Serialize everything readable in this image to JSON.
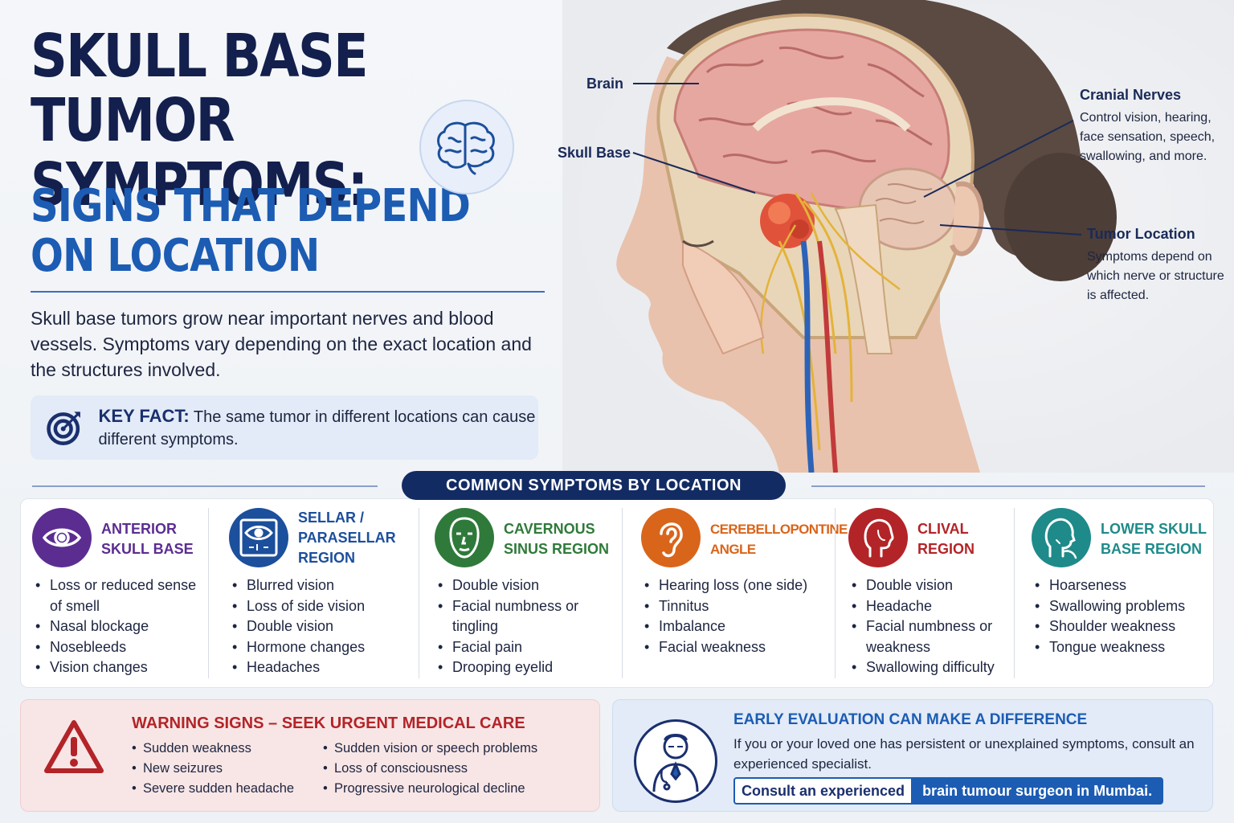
{
  "header": {
    "title": "SKULL BASE TUMOR SYMPTOMS:",
    "subtitle": "SIGNS THAT DEPEND ON LOCATION",
    "intro": "Skull base tumors grow near important nerves and blood vessels. Symptoms vary depending on the exact location and the structures involved.",
    "icon": "brain-icon"
  },
  "key_fact": {
    "label": "KEY FACT:",
    "text": "The same tumor in different locations can cause different symptoms.",
    "icon": "target-icon"
  },
  "anatomy": {
    "labels": {
      "brain": "Brain",
      "skull_base": "Skull Base",
      "cranial_nerves": "Cranial Nerves",
      "cranial_nerves_desc": "Control vision, hearing, face sensation, speech, swallowing, and more.",
      "tumor_location": "Tumor Location",
      "tumor_location_desc": "Symptoms depend on which nerve or structure is affected."
    }
  },
  "section": {
    "title": "COMMON SYMPTOMS BY LOCATION"
  },
  "locations": [
    {
      "title": "ANTERIOR SKULL BASE",
      "color": "#5b2d91",
      "icon": "eye-icon",
      "symptoms": [
        "Loss or reduced sense of smell",
        "Nasal blockage",
        "Nosebleeds",
        "Vision changes"
      ]
    },
    {
      "title": "SELLAR / PARASELLAR REGION",
      "color": "#1c4f9c",
      "icon": "eye-chart-icon",
      "symptoms": [
        "Blurred vision",
        "Loss of side vision",
        "Double vision",
        "Hormone changes",
        "Headaches"
      ]
    },
    {
      "title": "CAVERNOUS SINUS REGION",
      "color": "#2f7a3a",
      "icon": "face-icon",
      "symptoms": [
        "Double vision",
        "Facial numbness or tingling",
        "Facial pain",
        "Drooping eyelid"
      ]
    },
    {
      "title": "CEREBELLOPONTINE ANGLE",
      "color": "#d9651a",
      "icon": "ear-icon",
      "symptoms": [
        "Hearing loss (one side)",
        "Tinnitus",
        "Imbalance",
        "Facial weakness"
      ]
    },
    {
      "title": "CLIVAL REGION",
      "color": "#b32428",
      "icon": "head-profile-icon",
      "symptoms": [
        "Double vision",
        "Headache",
        "Facial numbness or weakness",
        "Swallowing difficulty"
      ]
    },
    {
      "title": "LOWER SKULL BASE REGION",
      "color": "#1f8a8a",
      "icon": "throat-icon",
      "symptoms": [
        "Hoarseness",
        "Swallowing problems",
        "Shoulder weakness",
        "Tongue weakness"
      ]
    }
  ],
  "warning": {
    "title": "WARNING SIGNS – SEEK URGENT MEDICAL CARE",
    "icon": "warning-icon",
    "left": [
      "Sudden weakness",
      "New seizures",
      "Severe sudden headache"
    ],
    "right": [
      "Sudden vision or speech problems",
      "Loss of consciousness",
      "Progressive neurological decline"
    ]
  },
  "early": {
    "title": "EARLY EVALUATION CAN MAKE A DIFFERENCE",
    "text": "If you or your loved one has persistent or unexplained symptoms, consult an experienced specialist.",
    "cta_a": "Consult an experienced",
    "cta_b": "brain tumour surgeon in Mumbai.",
    "icon": "doctor-icon"
  }
}
